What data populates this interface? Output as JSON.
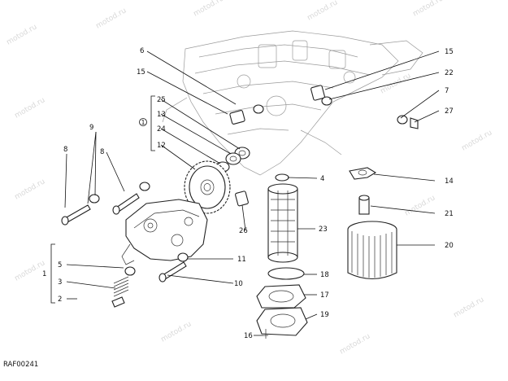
{
  "diagram": {
    "reference_code": "RAF00241",
    "watermark_text": "motod.ru",
    "group_symbol": "1",
    "labels": {
      "l1": "1",
      "l2": "2",
      "l3": "3",
      "l4": "4",
      "l5": "5",
      "l6": "6",
      "l7": "7",
      "l8a": "8",
      "l8b": "8",
      "l9": "9",
      "l10": "10",
      "l11": "11",
      "l12": "12",
      "l13": "13",
      "l14": "14",
      "l15a": "15",
      "l15b": "15",
      "l16": "16",
      "l17": "17",
      "l18": "18",
      "l19": "19",
      "l20": "20",
      "l21": "21",
      "l22": "22",
      "l23": "23",
      "l24": "24",
      "l25": "25",
      "l26": "26",
      "l27": "27"
    }
  }
}
